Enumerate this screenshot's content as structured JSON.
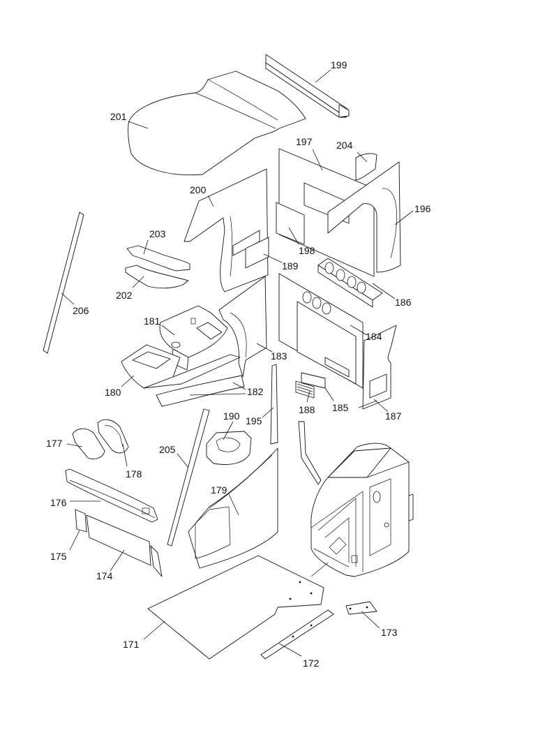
{
  "labels": {
    "l171": "171",
    "l172": "172",
    "l173": "173",
    "l174": "174",
    "l175": "175",
    "l176": "176",
    "l177": "177",
    "l178": "178",
    "l179": "179",
    "l180": "180",
    "l181": "181",
    "l182": "182",
    "l183": "183",
    "l184": "184",
    "l185": "185",
    "l186": "186",
    "l187": "187",
    "l188": "188",
    "l189": "189",
    "l190": "190",
    "l195": "195",
    "l196": "196",
    "l197": "197",
    "l198": "198",
    "l199": "199",
    "l200": "200",
    "l201": "201",
    "l202": "202",
    "l203": "203",
    "l204": "204",
    "l205": "205",
    "l206": "206"
  }
}
